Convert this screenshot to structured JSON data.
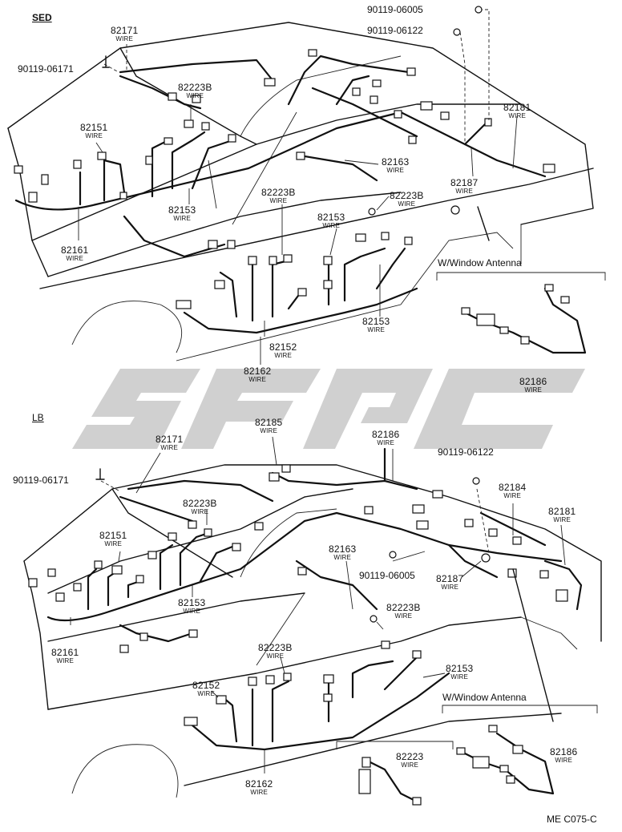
{
  "sections": {
    "sed": "SED",
    "lb": "LB",
    "window_antenna_top": "W/Window Antenna",
    "window_antenna_bottom": "W/Window Antenna"
  },
  "wire_word": "WIRE",
  "parts_top": {
    "p82171": "82171",
    "p82223b_a": "82223B",
    "p82151": "82151",
    "p82153_a": "82153",
    "p82161": "82161",
    "p82223b_b": "82223B",
    "p82153_b": "82153",
    "p82163": "82163",
    "p82223b_c": "82223B",
    "p82181": "82181",
    "p82187": "82187",
    "p82153_c": "82153",
    "p82152": "82152",
    "p82162": "82162",
    "p82186": "82186"
  },
  "bolts_top": {
    "b06005": "90119-06005",
    "b06122": "90119-06122",
    "b06171": "90119-06171"
  },
  "parts_bottom": {
    "p82171": "82171",
    "p82185": "82185",
    "p82186_a": "82186",
    "p82223b_a": "82223B",
    "p82184": "82184",
    "p82181": "82181",
    "p82151": "82151",
    "p82163": "82163",
    "p82153_a": "82153",
    "p82187": "82187",
    "p82223b_b": "82223B",
    "p82161": "82161",
    "p82223b_c": "82223B",
    "p82153_b": "82153",
    "p82152": "82152",
    "p82223": "82223",
    "p82162": "82162",
    "p82186_b": "82186"
  },
  "bolts_bottom": {
    "b06122": "90119-06122",
    "b06171": "90119-06171",
    "b06005": "90119-06005"
  },
  "diagram_code": "ME C075-C"
}
